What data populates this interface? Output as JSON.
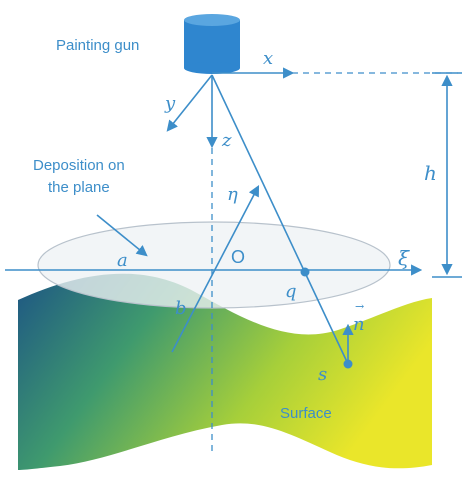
{
  "colors": {
    "blue": "#3d8ec9",
    "gun": "#2f86cf",
    "surface_dark": "#1f5a82",
    "surface_light": "#e6e42a",
    "plane_fill": "#eef2f5",
    "plane_stroke": "#b8c2cc"
  },
  "labels": {
    "painting_gun": "Painting gun",
    "deposition_line1": "Deposition on",
    "deposition_line2": "the plane",
    "surface": "Surface"
  },
  "symbols": {
    "x": "x",
    "y": "y",
    "z": "z",
    "h": "h",
    "eta": "η",
    "xi": "ξ",
    "a": "a",
    "O": "O",
    "b": "b",
    "q": "q",
    "s": "s",
    "n": "n",
    "n_arrow": "→"
  },
  "icons": {
    "gun": "cylinder-icon"
  }
}
